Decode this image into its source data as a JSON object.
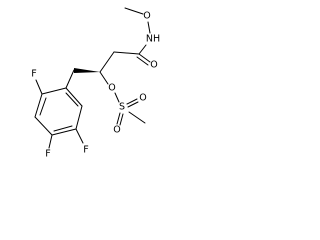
{
  "molecule": {
    "atoms": {
      "o_methoxy": "O",
      "nh_amide": "NH",
      "o_carbonyl": "O",
      "o_ester": "O",
      "s_sulfonyl": "S",
      "o_sulfonyl_top": "O",
      "o_sulfonyl_bottom": "O",
      "f_ortho": "F",
      "f_para": "F",
      "f_meta": "F"
    }
  }
}
